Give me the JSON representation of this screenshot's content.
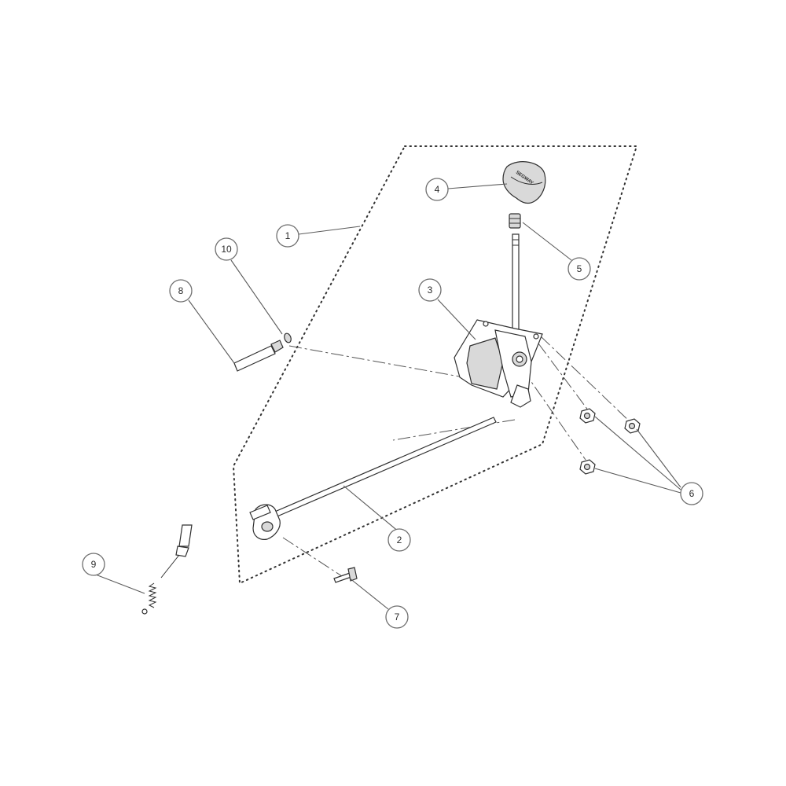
{
  "diagram": {
    "knob_logo_text": "SEGWAY",
    "callouts": [
      {
        "id": "1",
        "label": "1"
      },
      {
        "id": "2",
        "label": "2"
      },
      {
        "id": "3",
        "label": "3"
      },
      {
        "id": "4",
        "label": "4"
      },
      {
        "id": "5",
        "label": "5"
      },
      {
        "id": "6",
        "label": "6"
      },
      {
        "id": "7",
        "label": "7"
      },
      {
        "id": "8",
        "label": "8"
      },
      {
        "id": "9",
        "label": "9"
      },
      {
        "id": "10",
        "label": "10"
      }
    ]
  },
  "colors": {
    "line": "#2f2f2f",
    "callout_stroke": "#6e6e6e",
    "background": "#ffffff"
  }
}
